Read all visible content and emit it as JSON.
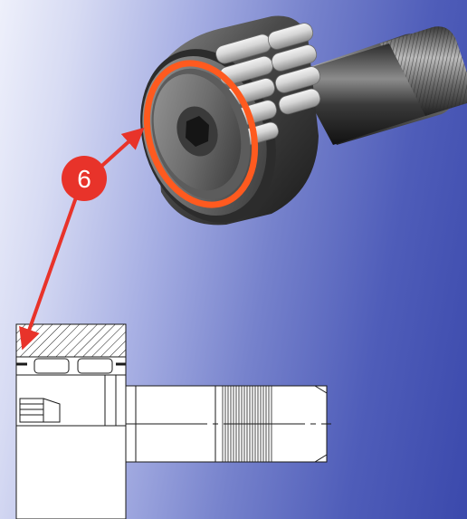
{
  "callout": {
    "number": "6",
    "color": "#e8332a"
  },
  "colors": {
    "seal": "#ff5a1f",
    "arrow": "#e8332a",
    "drawing_line": "#1a1a1a",
    "drawing_fill": "#ffffff",
    "background_light": "#eef0fb",
    "background_dark": "#3b49ac"
  },
  "figures": [
    {
      "name": "cam-follower-cutaway-render",
      "kind": "3d-rendering"
    },
    {
      "name": "cam-follower-section-drawing",
      "kind": "line-drawing"
    }
  ]
}
